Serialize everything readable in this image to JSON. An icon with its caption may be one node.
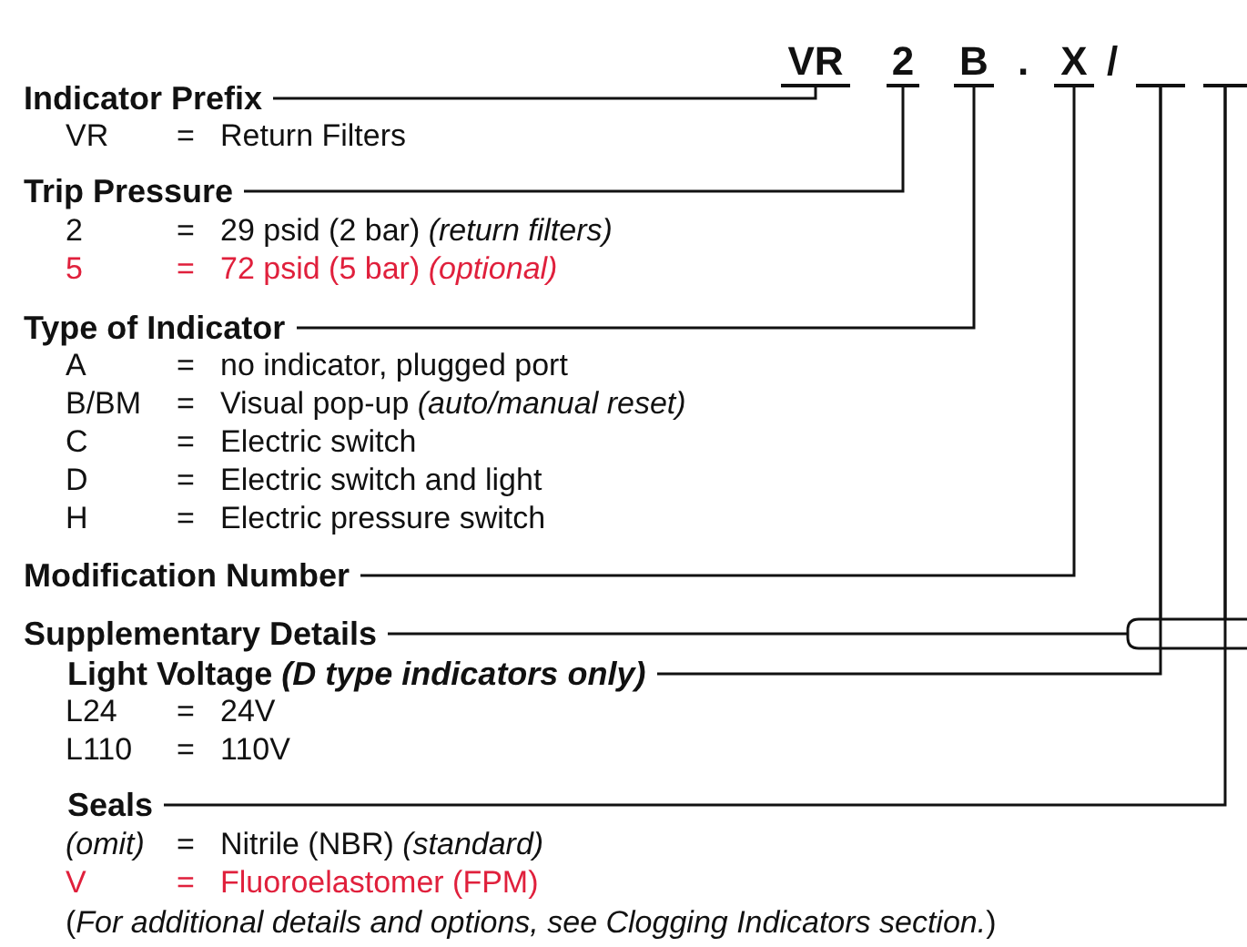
{
  "diagram": {
    "nodes": [
      {
        "text": [
          "VR"
        ]
      },
      {
        "text": [
          "2"
        ]
      },
      {
        "text": [
          "B"
        ]
      },
      {
        "text": [
          "X"
        ]
      },
      {
        "text": [],
        "shape": "bar"
      },
      {
        "text": [],
        "shape": "bar"
      },
      {
        "text": [
          "Indicator Prefix"
        ]
      },
      {
        "text": [
          "Trip Pressure"
        ]
      },
      {
        "text": [
          "Type of Indicator"
        ]
      },
      {
        "text": [
          "Modification Number"
        ]
      },
      {
        "text": [
          "Supplementary Details"
        ]
      },
      {
        "text": [
          "Light Voltage *(D type indicators only)*"
        ]
      },
      {
        "text": [
          "Seals"
        ]
      }
    ],
    "edges": [
      {
        "from": 6,
        "to": 0,
        "arrow": "none"
      },
      {
        "from": 7,
        "to": 1,
        "arrow": "none"
      },
      {
        "from": 8,
        "to": 2,
        "arrow": "none"
      },
      {
        "from": 9,
        "to": 3,
        "arrow": "none"
      },
      {
        "from": 10,
        "to": 4,
        "arrow": "none"
      },
      {
        "from": 10,
        "to": 5,
        "arrow": "none"
      },
      {
        "from": 11,
        "to": 4,
        "arrow": "none"
      },
      {
        "from": 12,
        "to": 5,
        "arrow": "none"
      }
    ],
    "labels": [
      ".",
      "/",
      "VR",
      "=",
      "Return Filters",
      "2",
      "=",
      "29 psid (2 bar) *(return filters)*",
      "5",
      "=",
      "72 psid (5 bar) *(optional)*",
      "A",
      "=",
      "no indicator, plugged port",
      "B/BM",
      "=",
      "Visual pop-up *(auto/manual reset)*",
      "C",
      "=",
      "Electric switch",
      "D",
      "=",
      "Electric switch and light",
      "H",
      "=",
      "Electric pressure switch",
      "L24",
      "=",
      "24V",
      "L110",
      "=",
      "110V",
      "(omit)",
      "=",
      "Nitrile (NBR) *(standard)*",
      "V",
      "=",
      "Fluoroelastomer (FPM)",
      "(*For additional details and options, see Clogging Indicators section.*)"
    ]
  }
}
